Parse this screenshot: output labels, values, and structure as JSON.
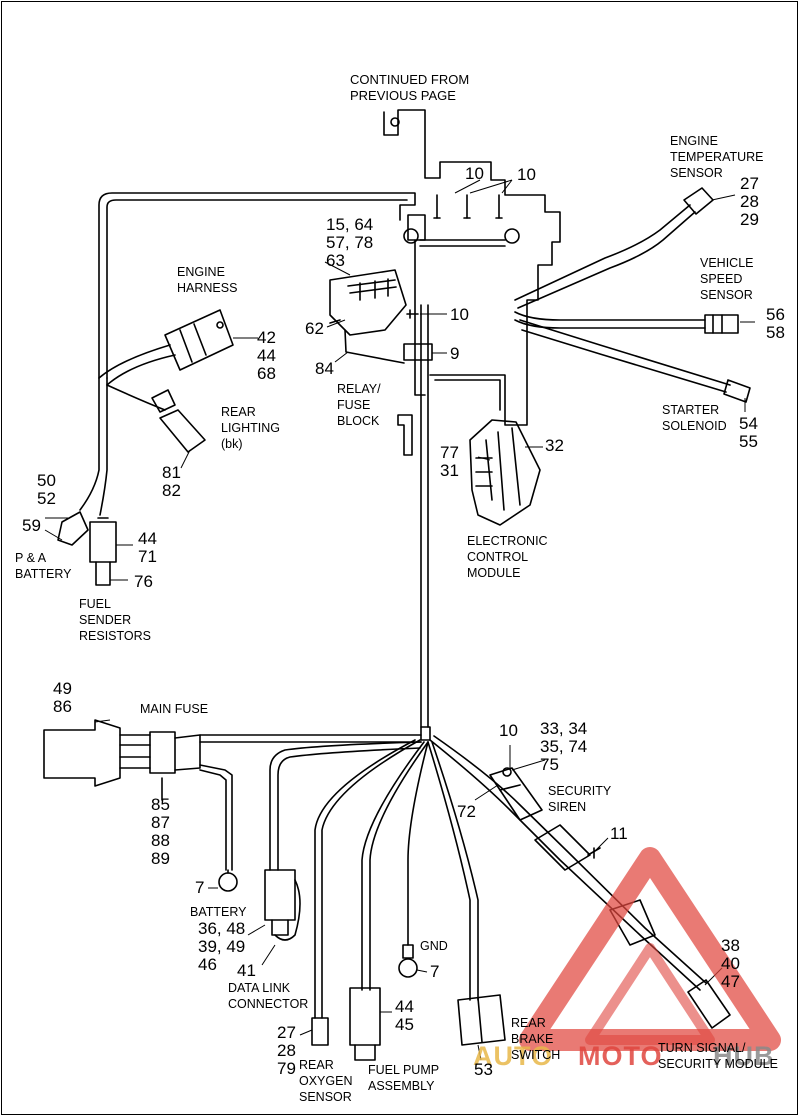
{
  "labels": {
    "continued": "CONTINUED FROM\nPREVIOUS PAGE",
    "engine_temp": "ENGINE\nTEMPERATURE\nSENSOR",
    "vehicle_speed": "VEHICLE\nSPEED\nSENSOR",
    "starter": "STARTER\nSOLENOID",
    "engine_harness": "ENGINE\nHARNESS",
    "rear_lighting": "REAR\nLIGHTING\n(bk)",
    "relay_fuse": "RELAY/\nFUSE\nBLOCK",
    "ecm": "ELECTRONIC\nCONTROL\nMODULE",
    "pa_battery": "P & A\nBATTERY",
    "fuel_sender": "FUEL\nSENDER\nRESISTORS",
    "main_fuse": "MAIN FUSE",
    "battery": "BATTERY",
    "security_siren": "SECURITY\nSIREN",
    "gnd": "GND",
    "data_link": "DATA LINK\nCONNECTOR",
    "rear_brake": "REAR\nBRAKE\nSWITCH",
    "fuel_pump": "FUEL PUMP\nASSEMBLY",
    "rear_oxygen": "REAR\nOXYGEN\nSENSOR",
    "turn_signal": "TURN SIGNAL/\nSECURITY MODULE"
  },
  "callouts": {
    "c10a": "10",
    "c10b": "10",
    "c272829": "27\n28\n29",
    "c15": "15, 64\n57, 78\n63",
    "c5658": "56\n58",
    "c424468": "42\n44\n68",
    "c62": "62",
    "c10c": "10",
    "c84": "84",
    "c9": "9",
    "c5455": "54\n55",
    "c8182": "81\n82",
    "c32": "32",
    "c7731": "77\n31",
    "c5052": "50\n52",
    "c59": "59",
    "c4471": "44\n71",
    "c76": "76",
    "c4986": "49\n86",
    "c10d": "10",
    "c3334": "33, 34\n35, 74\n75",
    "c72": "72",
    "c11": "11",
    "c85": "85\n87\n88\n89",
    "c7a": "7",
    "c3648": "36, 48\n39, 49\n46",
    "c41": "41",
    "c384047": "38\n40\n47",
    "c7b": "7",
    "c4445": "44\n45",
    "c272879": "27\n28\n79",
    "c53": "53"
  },
  "watermark": {
    "text_auto": "AUTO",
    "text_moto": "MOTO",
    "text_hub": "HUB",
    "color_red": "#e0463f",
    "color_gold": "#e8b84a",
    "color_gray": "#8a8a8a"
  }
}
